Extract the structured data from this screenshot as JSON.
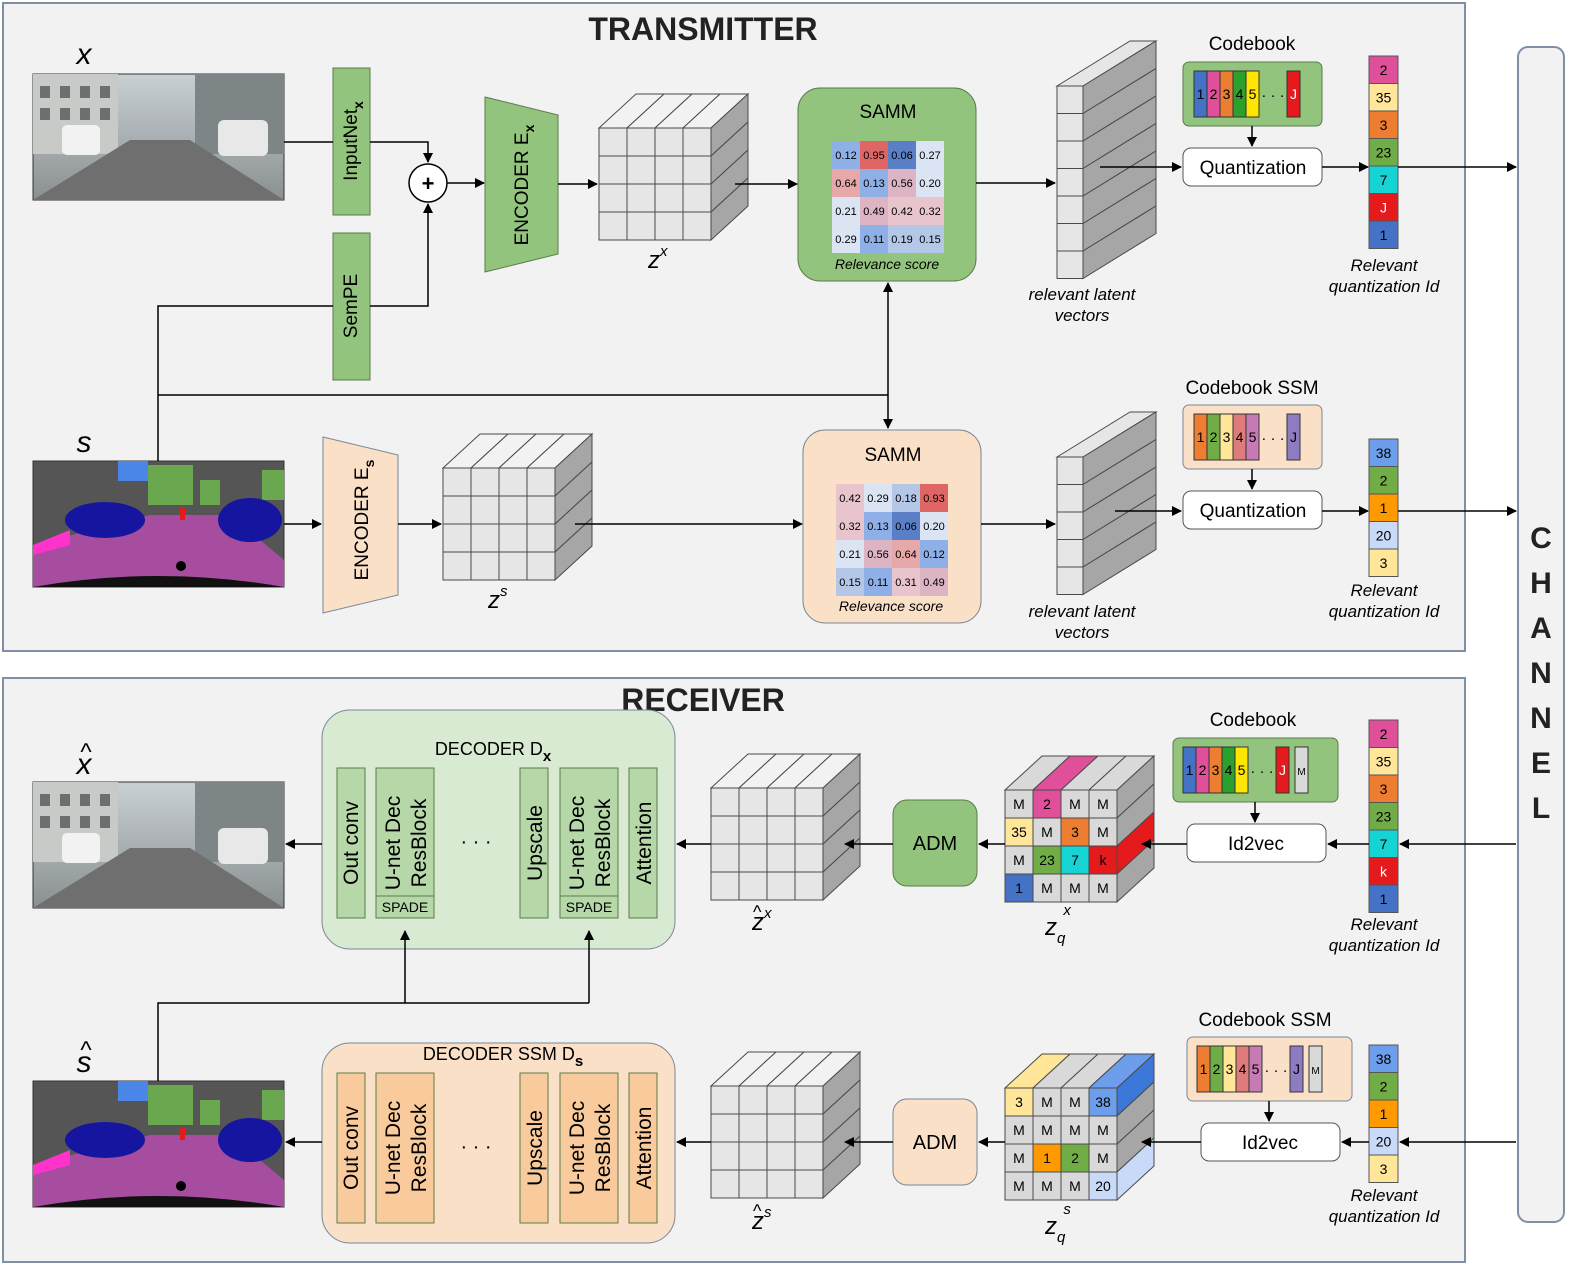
{
  "transmitter": {
    "title": "TRANSMITTER",
    "x_label": "x",
    "s_label": "s",
    "inputnet_label": "InputNet",
    "inputnet_sub": "x",
    "sempe_label": "SemPE",
    "plus_symbol": "+",
    "encoder_x_label": "ENCODER E",
    "encoder_x_sub": "x",
    "encoder_s_label": "ENCODER E",
    "encoder_s_sub": "s",
    "zx_label": "z",
    "zx_sup": "x",
    "zs_label": "z",
    "zs_sup": "s",
    "samm_x": {
      "title": "SAMM",
      "caption": "Relevance score",
      "values": [
        [
          "0.12",
          "0.95",
          "0.06",
          "0.27"
        ],
        [
          "0.64",
          "0.13",
          "0.56",
          "0.20"
        ],
        [
          "0.21",
          "0.49",
          "0.42",
          "0.32"
        ],
        [
          "0.29",
          "0.11",
          "0.19",
          "0.15"
        ]
      ]
    },
    "samm_s": {
      "title": "SAMM",
      "caption": "Relevance score",
      "values": [
        [
          "0.42",
          "0.29",
          "0.18",
          "0.93"
        ],
        [
          "0.32",
          "0.13",
          "0.06",
          "0.20"
        ],
        [
          "0.21",
          "0.56",
          "0.64",
          "0.12"
        ],
        [
          "0.15",
          "0.11",
          "0.31",
          "0.49"
        ]
      ]
    },
    "latent_caption_x": [
      "relevant latent",
      "vectors"
    ],
    "latent_caption_s": [
      "relevant latent",
      "vectors"
    ],
    "codebook_title": "Codebook",
    "codebook_ssm_title": "Codebook SSM",
    "codebook_entries": [
      "1",
      "2",
      "3",
      "4",
      "5",
      "J"
    ],
    "dots": "· · ·",
    "quantization_label": "Quantization",
    "ids_x": [
      "2",
      "35",
      "3",
      "23",
      "7",
      "J",
      "1"
    ],
    "ids_s": [
      "38",
      "2",
      "1",
      "20",
      "3"
    ],
    "id_caption": [
      "Relevant",
      "quantization Id"
    ]
  },
  "channel": {
    "letters": [
      "C",
      "H",
      "A",
      "N",
      "N",
      "E",
      "L"
    ]
  },
  "receiver": {
    "title": "RECEIVER",
    "xhat_label": "x",
    "shat_label": "s",
    "hat": "^",
    "decoder_x_title": "DECODER D",
    "decoder_x_sub": "x",
    "decoder_s_title": "DECODER SSM D",
    "decoder_s_sub": "s",
    "blocks": {
      "out_conv": "Out conv",
      "unet_line1": "U-net Dec",
      "unet_line2": "ResBlock",
      "upscale": "Upscale",
      "attention": "Attention",
      "spade": "SPADE",
      "ellipsis": "· · ·"
    },
    "adm_label": "ADM",
    "zhat_label": "z",
    "zq_label": "z",
    "zq_sub": "q",
    "id2vec_label": "Id2vec",
    "codebook_title": "Codebook",
    "codebook_ssm_title": "Codebook SSM",
    "codebook_entries": [
      "1",
      "2",
      "3",
      "4",
      "5",
      "J",
      "M"
    ],
    "dots": "· · ·",
    "zq_x_grid": [
      [
        "M",
        "2",
        "M",
        "M"
      ],
      [
        "35",
        "M",
        "3",
        "M"
      ],
      [
        "M",
        "23",
        "7",
        "k"
      ],
      [
        "1",
        "M",
        "M",
        "M"
      ]
    ],
    "zq_s_grid": [
      [
        "3",
        "M",
        "M",
        "38"
      ],
      [
        "M",
        "M",
        "M",
        "M"
      ],
      [
        "M",
        "1",
        "2",
        "M"
      ],
      [
        "M",
        "M",
        "M",
        "20"
      ]
    ],
    "ids_x": [
      "2",
      "35",
      "3",
      "23",
      "7",
      "k",
      "1"
    ],
    "ids_s": [
      "38",
      "2",
      "1",
      "20",
      "3"
    ],
    "id_caption": [
      "Relevant",
      "quantization Id"
    ]
  },
  "colors": {
    "green": "#93c47d",
    "peach": "#fbe0c8",
    "orange": "#f6b26b",
    "panel": "#f2f2f2",
    "codebook_x": [
      "#4472c4",
      "#e04f9a",
      "#ed7d31",
      "#2ca02c",
      "#ffe600",
      "#e41a1c"
    ],
    "codebook_s": [
      "#ed7d31",
      "#70ad47",
      "#ffe699",
      "#e07b7b",
      "#c77bb5",
      "#8e7cc3"
    ],
    "ids_x": [
      "#e04f9a",
      "#ffe699",
      "#ed7d31",
      "#70ad47",
      "#17d4d4",
      "#e41a1c",
      "#4472c4"
    ],
    "ids_s": [
      "#6d9eeb",
      "#70ad47",
      "#ff9900",
      "#c9daf8",
      "#ffe699"
    ]
  }
}
